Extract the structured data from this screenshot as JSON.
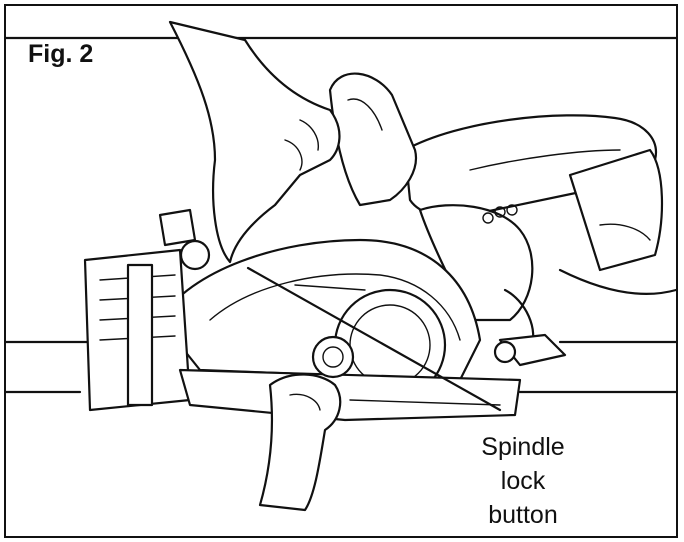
{
  "figure": {
    "label": "Fig. 2",
    "callout": {
      "line1": "Spindle",
      "line2": "lock",
      "line3": "button"
    },
    "line_color": "#111111",
    "background": "#ffffff"
  }
}
